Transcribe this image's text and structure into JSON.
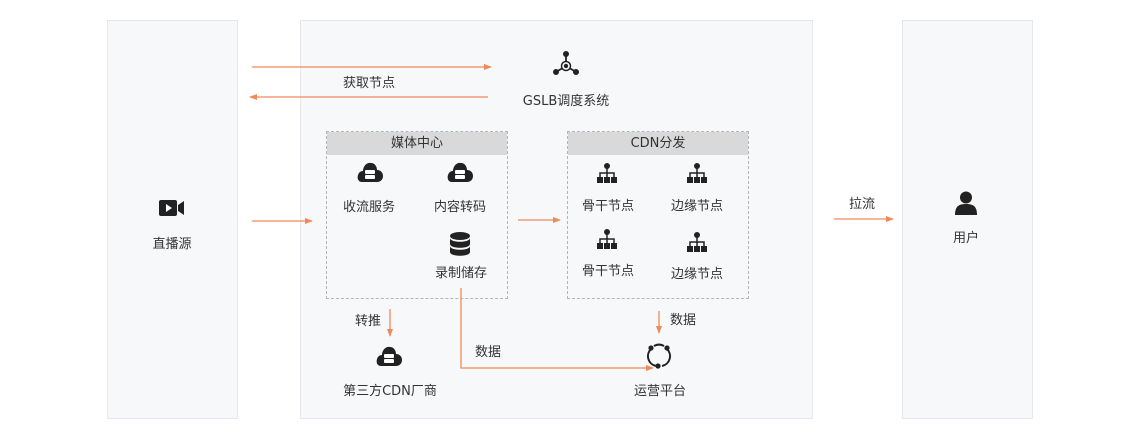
{
  "source": {
    "label": "直播源",
    "icon": "video-camera-icon"
  },
  "user": {
    "label": "用户",
    "icon": "user-icon"
  },
  "gslb": {
    "label": "GSLB调度系统",
    "fetch_label": "获取节点",
    "icon": "network-hub-icon"
  },
  "media_center": {
    "title": "媒体中心",
    "items": [
      {
        "label": "收流服务",
        "icon": "cloud-server-icon"
      },
      {
        "label": "内容转码",
        "icon": "cloud-server-icon"
      },
      {
        "label": "录制储存",
        "icon": "database-icon"
      }
    ]
  },
  "cdn": {
    "title": "CDN分发",
    "items": [
      {
        "label": "骨干节点"
      },
      {
        "label": "边缘节点"
      },
      {
        "label": "骨干节点"
      },
      {
        "label": "边缘节点"
      }
    ]
  },
  "pull_label": "拉流",
  "push_label": "转推",
  "third_party": {
    "label": "第三方CDN厂商"
  },
  "ops": {
    "label": "运营平台"
  },
  "data_label_1": "数据",
  "data_label_2": "数据",
  "colors": {
    "arrow": "#f0895a",
    "panel": "#f7f8fa",
    "header": "#d9d9d9",
    "icon": "#222222"
  }
}
